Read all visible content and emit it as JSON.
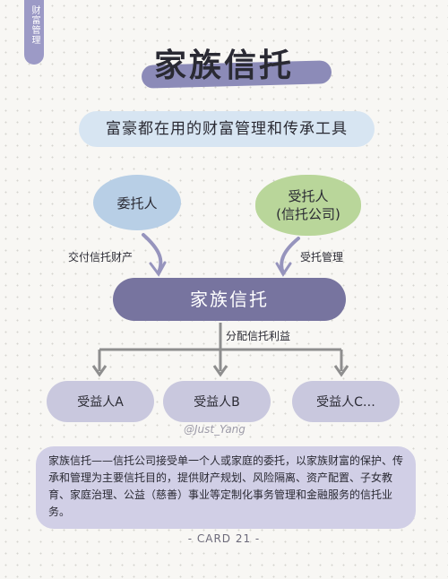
{
  "tab": {
    "label": "财富管理"
  },
  "title": "家族信托",
  "subtitle": "富豪都在用的财富管理和传承工具",
  "diagram": {
    "settlor": "委托人",
    "trustee_line1": "受托人",
    "trustee_line2": "(信托公司)",
    "edge_left": "交付信托财产",
    "edge_right": "受托管理",
    "center": "家族信托",
    "edge_down": "分配信托利益",
    "beneficiaries": [
      "受益人A",
      "受益人B",
      "受益人C…"
    ]
  },
  "watermark": "@Just_Yang",
  "description": "家族信托——信托公司接受单一个人或家庭的委托，以家族财富的保护、传承和管理为主要信托目的，提供财产规划、风险隔离、资产配置、子女教育、家庭治理、公益（慈善）事业等定制化事务管理和金融服务的信托业务。",
  "footer": "- CARD 21 -",
  "colors": {
    "title_bar": "#8c8bb8",
    "settlor": "#b8cfe6",
    "trustee": "#b9d69a",
    "center": "#77749f",
    "beneficiary": "#c9c8de"
  }
}
